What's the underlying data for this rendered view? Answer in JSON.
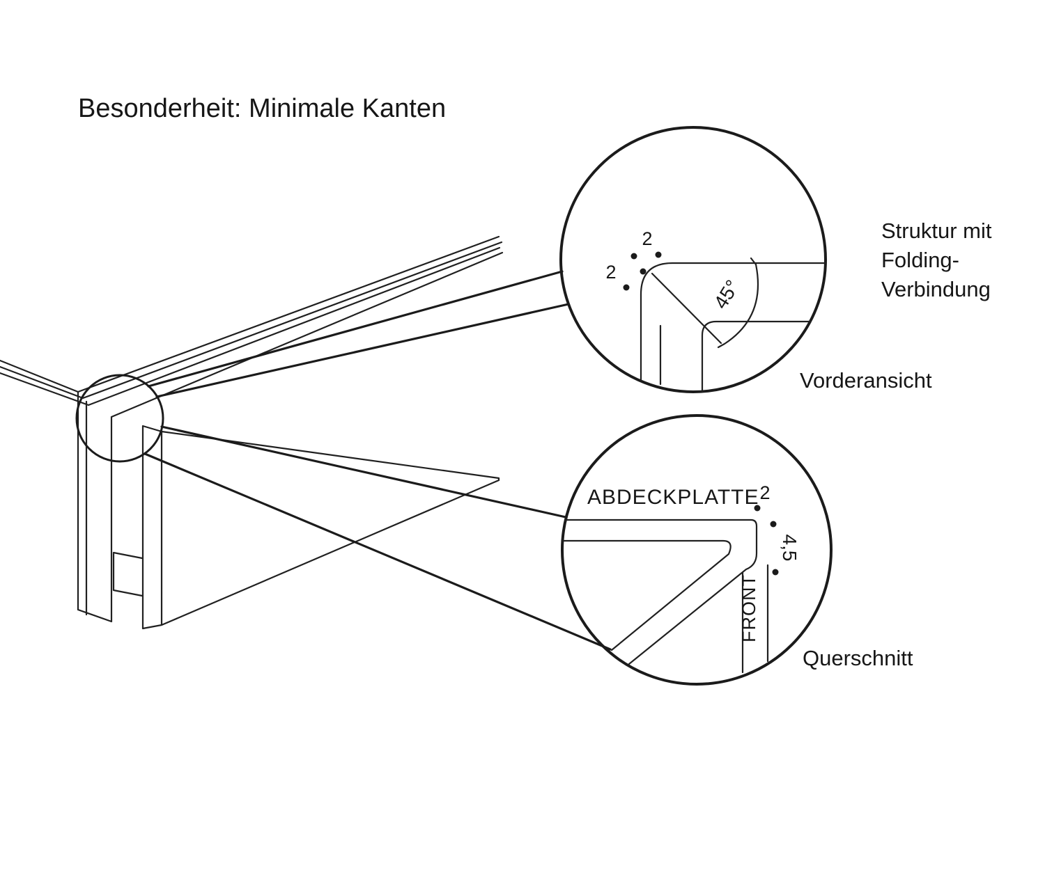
{
  "title": "Besonderheit: Minimale Kanten",
  "colors": {
    "line": "#202020",
    "text": "#161616",
    "background": "#ffffff"
  },
  "callouts": {
    "front_view": {
      "caption": "Vorderansicht",
      "side_label": [
        "Struktur mit",
        "Folding-",
        "Verbindung"
      ],
      "dim_radius_top": "2",
      "dim_radius_left": "2",
      "dim_angle": "45°"
    },
    "cross_section": {
      "caption": "Querschnitt",
      "plate_label": "ABDECKPLATTE",
      "front_label": "FRONT",
      "dim_edge_radius": "2",
      "dim_fold_height": "4,5"
    }
  }
}
